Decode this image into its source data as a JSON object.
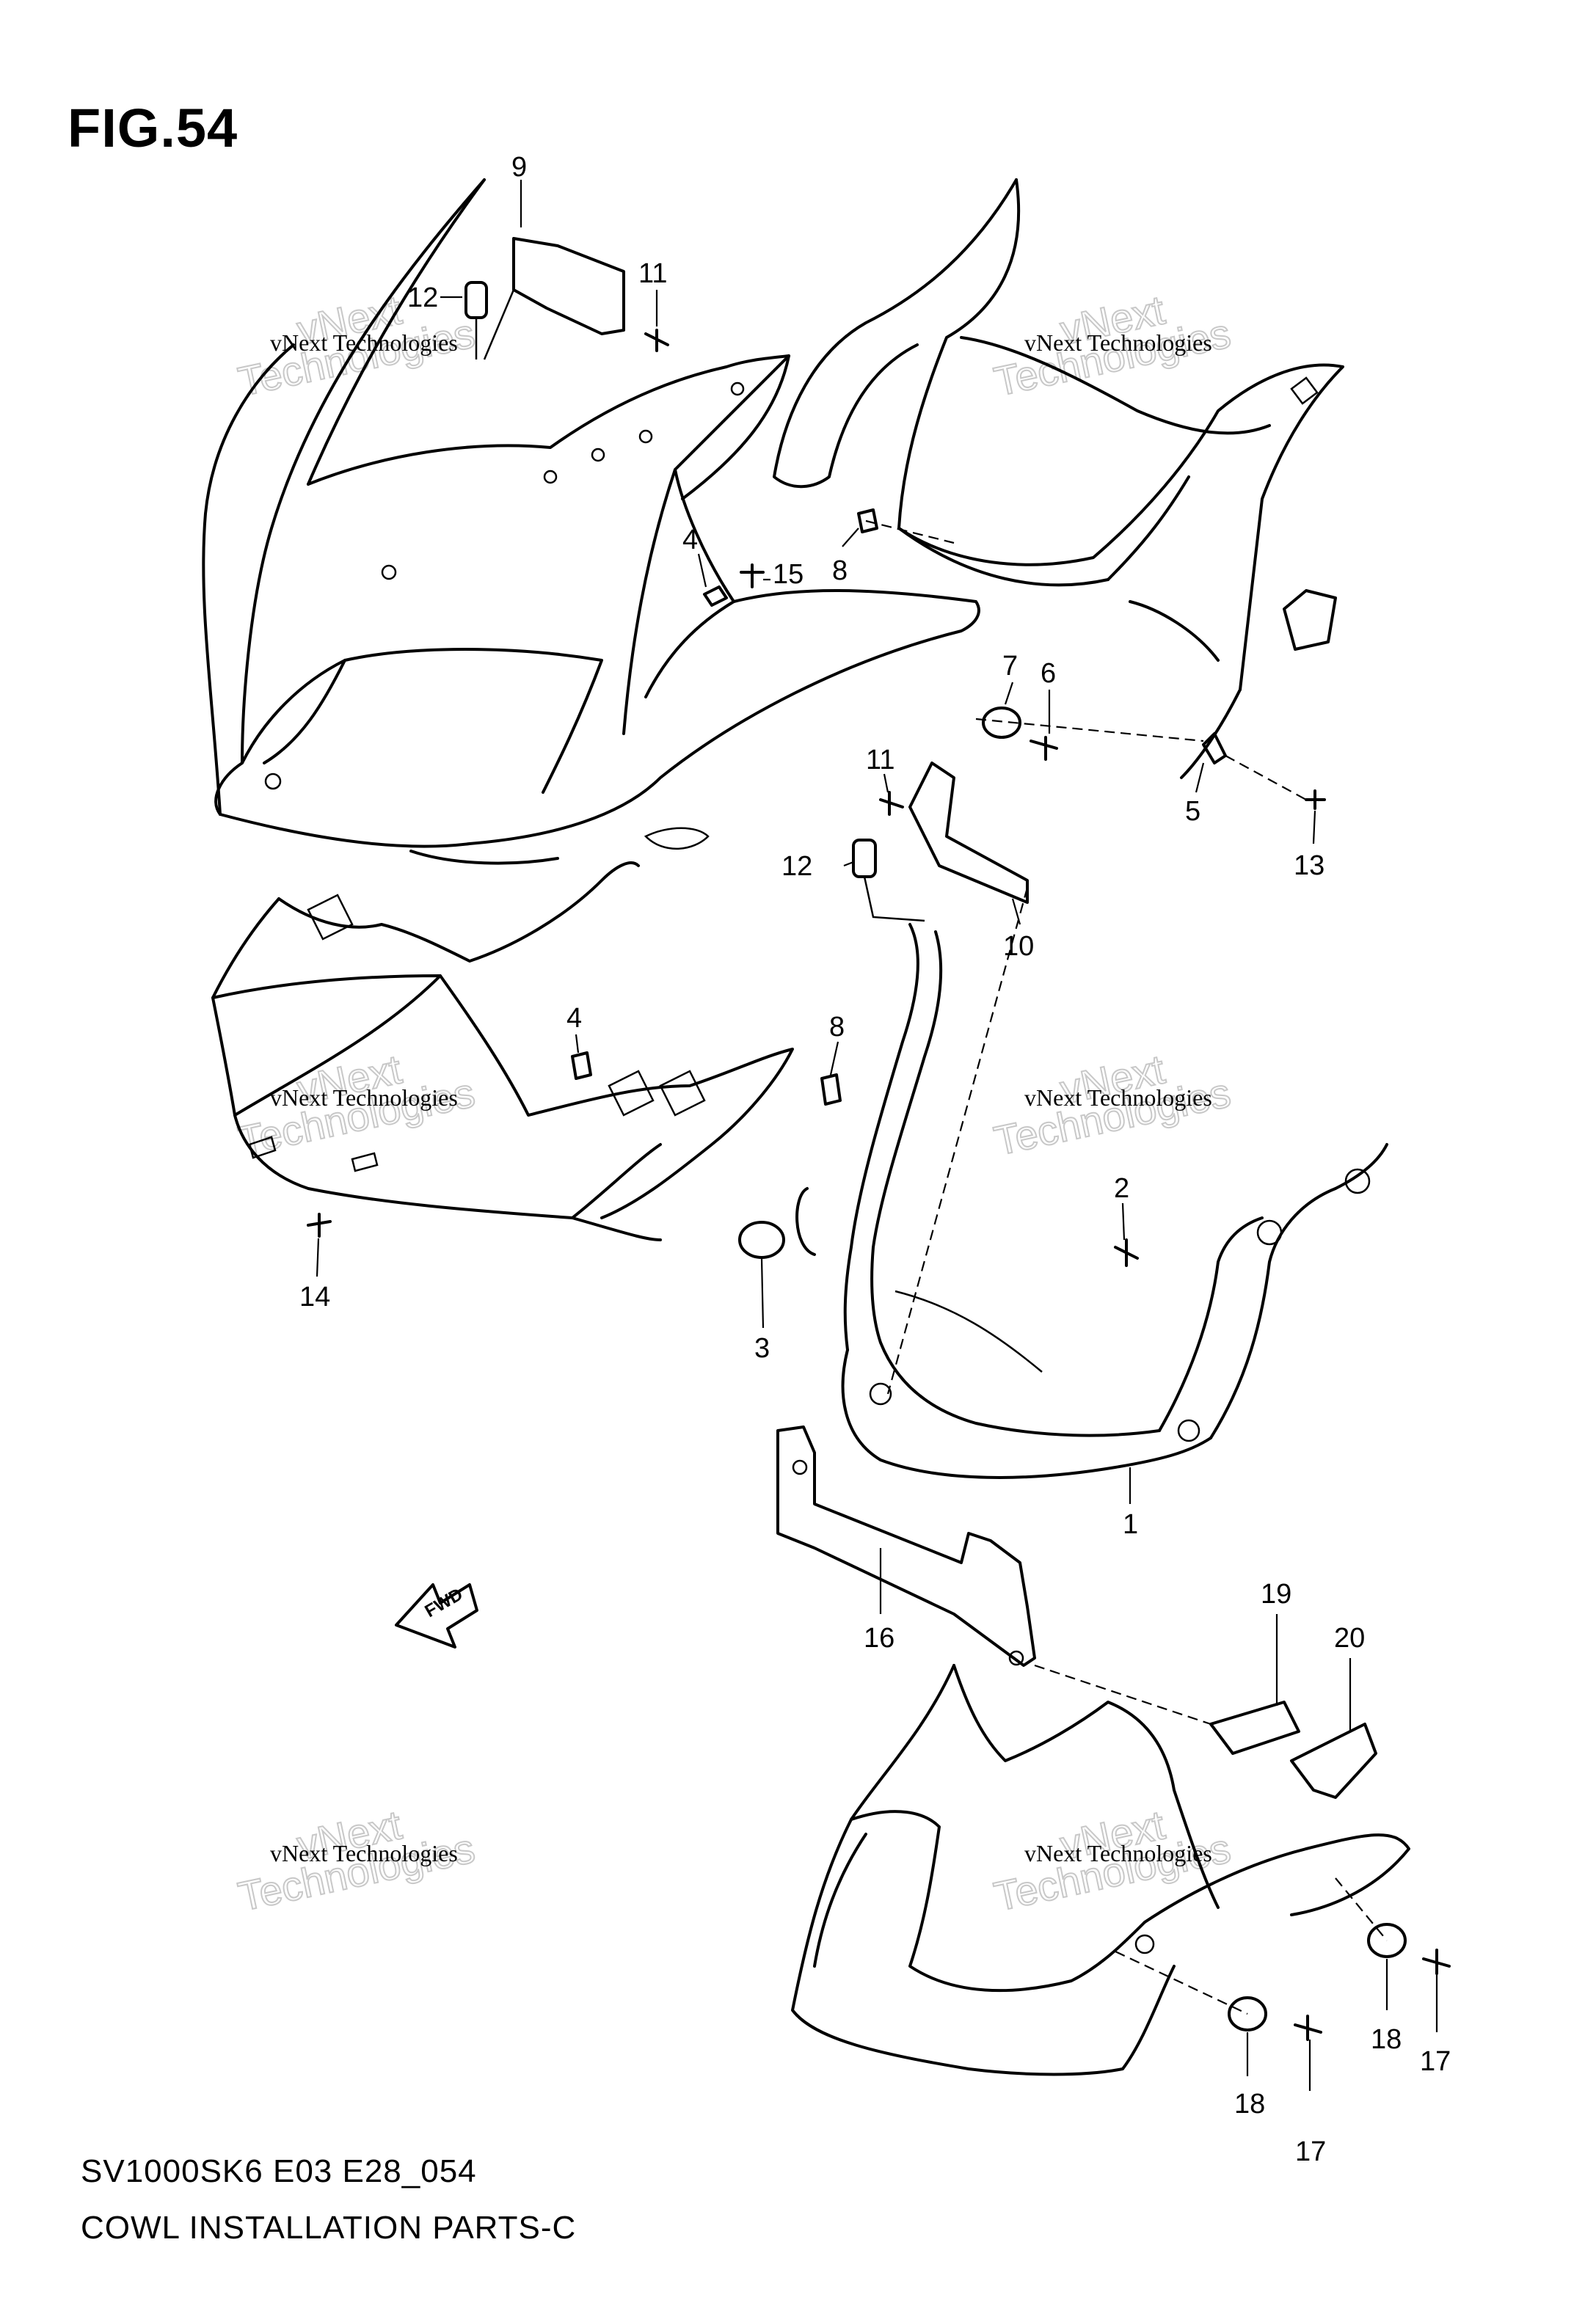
{
  "figure": {
    "title": "FIG.54",
    "model_code": "SV1000SK6 E03 E28_054",
    "name": "COWL INSTALLATION PARTS-C",
    "fwd_label": "FWD"
  },
  "watermark": {
    "line1": "vNext Technologies",
    "line2": "vNext",
    "line3": "Technologies"
  },
  "callouts": [
    "9",
    "11",
    "12",
    "4",
    "15",
    "8",
    "7",
    "6",
    "5",
    "13",
    "11",
    "12",
    "10",
    "4",
    "8",
    "2",
    "3",
    "14",
    "1",
    "16",
    "19",
    "20",
    "18",
    "17",
    "18",
    "17"
  ]
}
